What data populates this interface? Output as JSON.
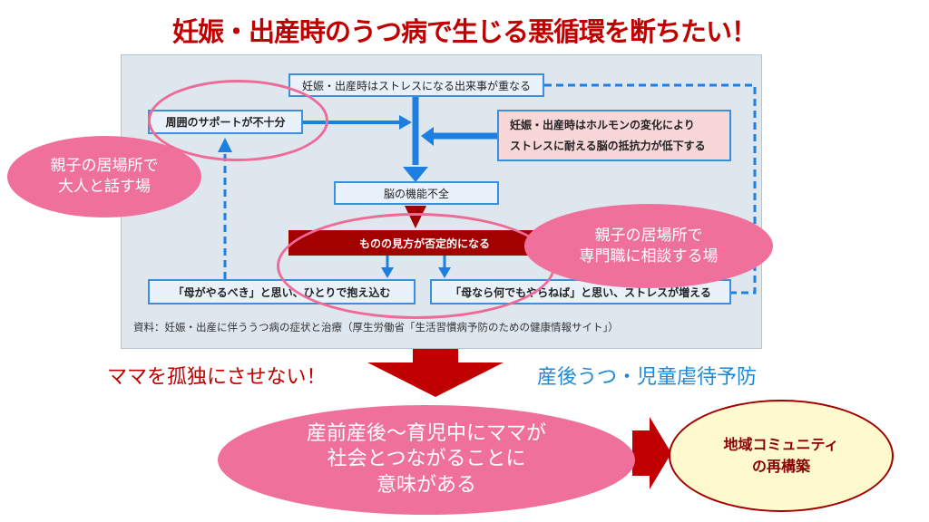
{
  "title": "妊娠・出産時のうつ病で生じる悪循環を断ちたい！",
  "diagram": {
    "stress_events": "妊娠・出産時はストレスになる出来事が重なる",
    "lack_support": "周囲のサポートが不十分",
    "hormone_line1": "妊娠・出産時はホルモンの変化により",
    "hormone_line2": "ストレスに耐える脳の抵抗力が低下する",
    "brain": "脳の機能不全",
    "negative": "ものの見方が否定的になる",
    "mother_alone": "「母がやるべき」と思い、ひとりで抱え込む",
    "mother_stress": "「母なら何でもやらねば」と思い、ストレスが増える",
    "source": "資料：妊娠・出産に伴ううつ病の症状と治療（厚生労働省「生活習慣病予防のための健康情報サイト」）"
  },
  "bubbles": {
    "adults_line1": "親子の居場所で",
    "adults_line2": "大人と話す場",
    "experts_line1": "親子の居場所で",
    "experts_line2": "専門職に相談する場"
  },
  "left_caption": "ママを孤独にさせない！",
  "right_caption": "産後うつ・児童虐待予防",
  "main_ellipse": {
    "line1": "産前産後～育児中にママが",
    "line2": "社会とつながることに",
    "line3": "意味がある"
  },
  "result": {
    "line1": "地域コミュニティ",
    "line2": "の再構築"
  },
  "colors": {
    "red": "#c00000",
    "blue": "#1e88d8",
    "pink": "#f0709c",
    "box_blue": "#3b8fdf"
  }
}
